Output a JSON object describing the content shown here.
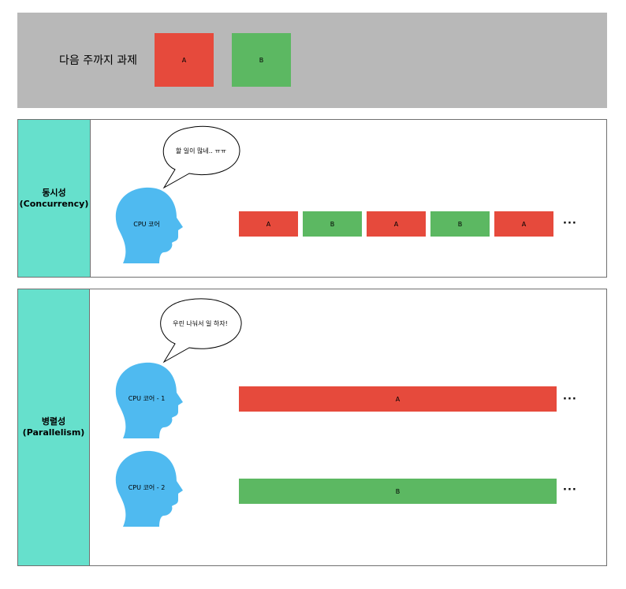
{
  "header": {
    "title": "다음 주까지 과제",
    "tasks": [
      {
        "label": "A",
        "color": "#e64a3c"
      },
      {
        "label": "B",
        "color": "#5cb862"
      }
    ]
  },
  "concurrency": {
    "label_ko": "동시성",
    "label_en": "(Concurrency)",
    "speech": "할 일이 많네.. ㅠㅠ",
    "head_label": "CPU 코어",
    "timeline": [
      "A",
      "B",
      "A",
      "B",
      "A"
    ],
    "ellipsis": "···"
  },
  "parallelism": {
    "label_ko": "병렬성",
    "label_en": "(Parallelism)",
    "speech": "우린 나눠서 일 하자!",
    "cores": [
      {
        "head_label": "CPU 코어 - 1",
        "task": "A"
      },
      {
        "head_label": "CPU 코어 - 2",
        "task": "B"
      }
    ],
    "ellipsis": "···"
  },
  "colors": {
    "head": "#4fbaf0",
    "task_a": "#e64a3c",
    "task_b": "#5cb862",
    "label_bg": "#66e0cc",
    "header_bg": "#b8b8b8"
  }
}
